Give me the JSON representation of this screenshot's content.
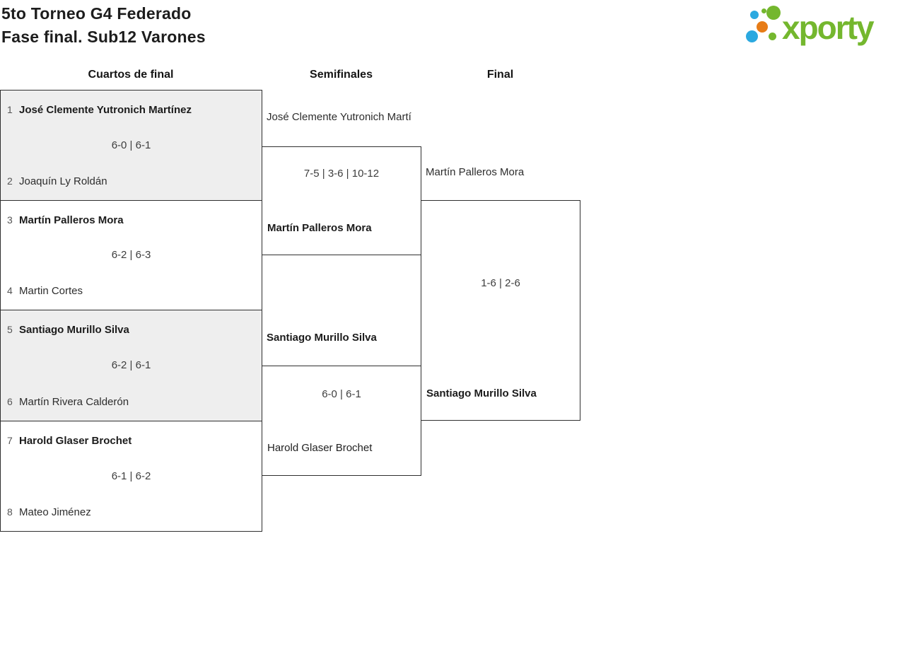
{
  "header": {
    "title_line1": "5to Torneo G4 Federado",
    "title_line2": "Fase final. Sub12 Varones"
  },
  "logo": {
    "text": "xporty",
    "colors": {
      "green": "#74b72e",
      "blue": "#2ba9e0",
      "orange": "#e77c17"
    }
  },
  "round_headers": [
    {
      "label": "Cuartos de final"
    },
    {
      "label": "Semifinales"
    },
    {
      "label": "Final"
    }
  ],
  "bracket": {
    "quarterfinals": [
      {
        "p1_seed": "1",
        "p1_name": "José Clemente Yutronich Martínez",
        "p1_winner": true,
        "score": "6-0 | 6-1",
        "p2_seed": "2",
        "p2_name": "Joaquín Ly Roldán",
        "p2_winner": false
      },
      {
        "p1_seed": "3",
        "p1_name": "Martín Palleros Mora",
        "p1_winner": true,
        "score": "6-2 | 6-3",
        "p2_seed": "4",
        "p2_name": "Martin Cortes",
        "p2_winner": false
      },
      {
        "p1_seed": "5",
        "p1_name": "Santiago Murillo Silva",
        "p1_winner": true,
        "score": "6-2 | 6-1",
        "p2_seed": "6",
        "p2_name": "Martín Rivera Calderón",
        "p2_winner": false
      },
      {
        "p1_seed": "7",
        "p1_name": "Harold Glaser Brochet",
        "p1_winner": true,
        "score": "6-1 | 6-2",
        "p2_seed": "8",
        "p2_name": "Mateo Jiménez",
        "p2_winner": false
      }
    ],
    "semifinals": [
      {
        "p1_name": "José Clemente Yutronich Martí",
        "p1_winner": false,
        "score": "7-5 | 3-6 | 10-12",
        "p2_name": "Martín Palleros Mora",
        "p2_winner": true
      },
      {
        "p1_name": "Santiago Murillo Silva",
        "p1_winner": true,
        "score": "6-0 | 6-1",
        "p2_name": "Harold Glaser Brochet",
        "p2_winner": false
      }
    ],
    "final": {
      "p1_name": "Martín Palleros Mora",
      "p1_winner": false,
      "score": "1-6 | 2-6",
      "p2_name": "Santiago Murillo Silva",
      "p2_winner": true
    }
  }
}
